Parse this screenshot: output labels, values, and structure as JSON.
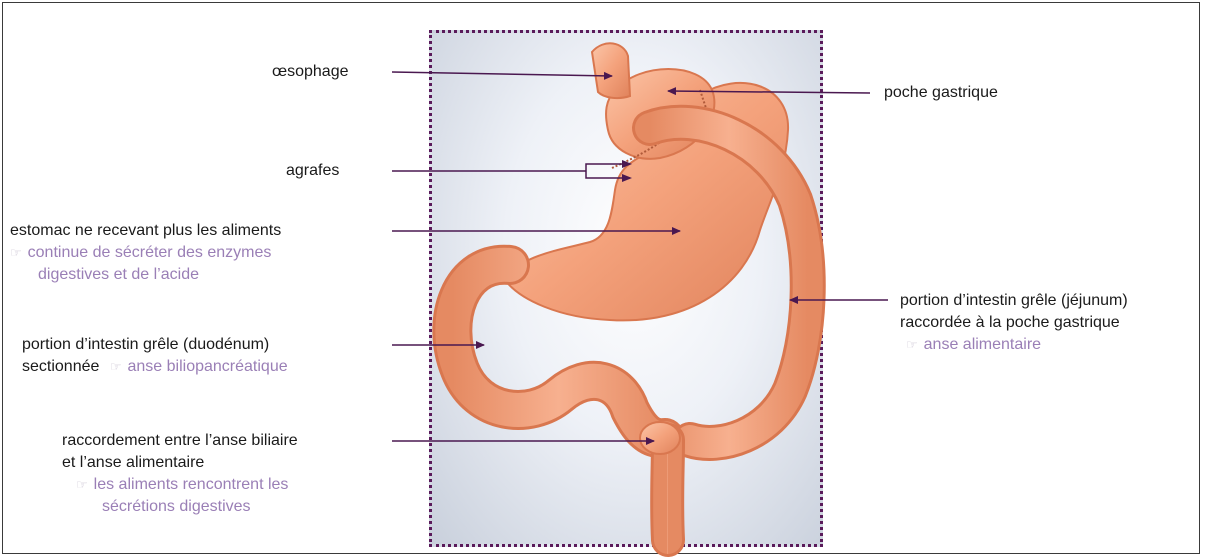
{
  "labels": {
    "oesophage": "œsophage",
    "agrafes": "agrafes",
    "poche": "poche gastrique",
    "estomac": {
      "title": "estomac ne recevant plus les aliments",
      "note_line1": "continue de sécréter des enzymes",
      "note_line2": "digestives et de l’acide"
    },
    "duodenum": {
      "line1": "portion d’intestin grêle (duodénum)",
      "line2": "sectionnée",
      "note": "anse biliopancréatique"
    },
    "raccordement": {
      "line1": "raccordement entre l’anse biliaire",
      "line2": "et l’anse alimentaire",
      "note_line1": "les aliments rencontrent les",
      "note_line2": "sécrétions digestives"
    },
    "jejunum": {
      "line1": "portion d’intestin grêle (jéjunum)",
      "line2": "raccordée à la poche gastrique",
      "note": "anse alimentaire"
    }
  },
  "icons": {
    "pointer": "hand-pointer-icon"
  },
  "colors": {
    "organ": "#f4a27c",
    "organ_shadow": "#d9774f",
    "arrow": "#4a1850",
    "note_text": "#9a7fb6",
    "frame_dots": "#5a1a5a"
  }
}
